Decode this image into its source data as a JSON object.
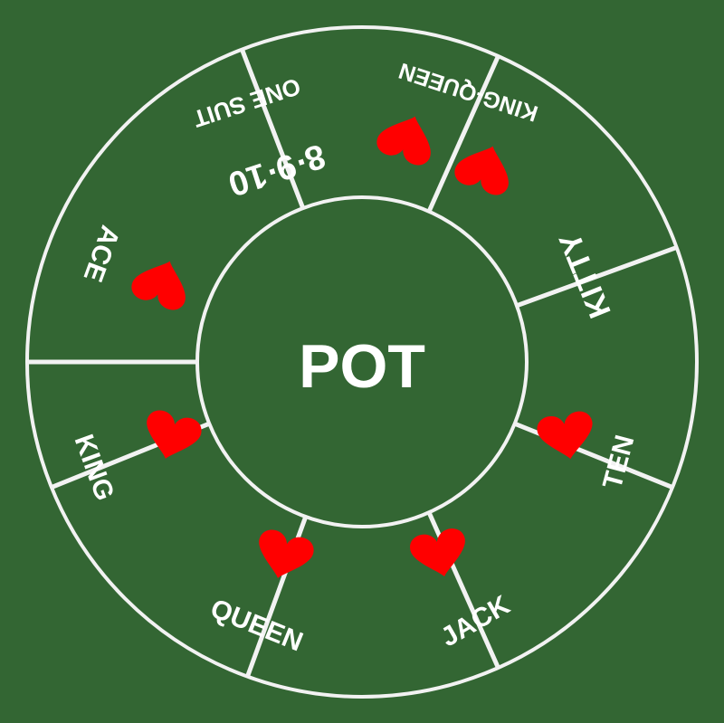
{
  "colors": {
    "felt": "#336633",
    "line": "#f2f2f2",
    "heart": "#ff0000",
    "text": "#ffffff"
  },
  "center": {
    "label": "POT"
  },
  "segments": [
    {
      "id": "king-queen",
      "label": "KING-QUEEN",
      "hearts": 2
    },
    {
      "id": "kitty",
      "label": "KITTY",
      "hearts": 0
    },
    {
      "id": "ten",
      "label": "TEN",
      "hearts": 1
    },
    {
      "id": "jack",
      "label": "JACK",
      "hearts": 1
    },
    {
      "id": "queen",
      "label": "QUEEN",
      "hearts": 1
    },
    {
      "id": "king",
      "label": "KING",
      "hearts": 1
    },
    {
      "id": "ace",
      "label": "ACE",
      "hearts": 1
    },
    {
      "id": "eight-nine-ten",
      "label": "ONE SUIT",
      "sublabel": "8·9·10",
      "hearts": 0
    }
  ]
}
